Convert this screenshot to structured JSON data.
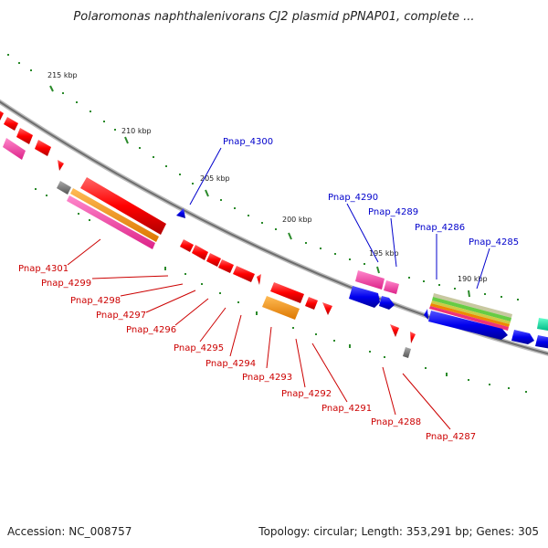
{
  "title": "Polaromonas naphthalenivorans CJ2 plasmid pPNAP01, complete ...",
  "footer": {
    "accession": "Accession: NC_008757",
    "summary": "Topology: circular; Length: 353,291 bp; Genes: 305"
  },
  "ticks": [
    "215 kbp",
    "210 kbp",
    "205 kbp",
    "200 kbp",
    "195 kbp",
    "190 kbp"
  ],
  "gene_labels_forward": [
    "Pnap_4300",
    "Pnap_4290",
    "Pnap_4289",
    "Pnap_4286",
    "Pnap_4285"
  ],
  "gene_labels_reverse": [
    "Pnap_4301",
    "Pnap_4299",
    "Pnap_4298",
    "Pnap_4297",
    "Pnap_4296",
    "Pnap_4295",
    "Pnap_4294",
    "Pnap_4293",
    "Pnap_4292",
    "Pnap_4291",
    "Pnap_4288",
    "Pnap_4287"
  ],
  "colors": {
    "backbone": "#8a8a8a",
    "cds_reverse": "#ff0000",
    "cds_forward": "#0000ee",
    "label_reverse": "#cc0000",
    "label_forward": "#0000cc",
    "tick": "#2a8a2a"
  }
}
